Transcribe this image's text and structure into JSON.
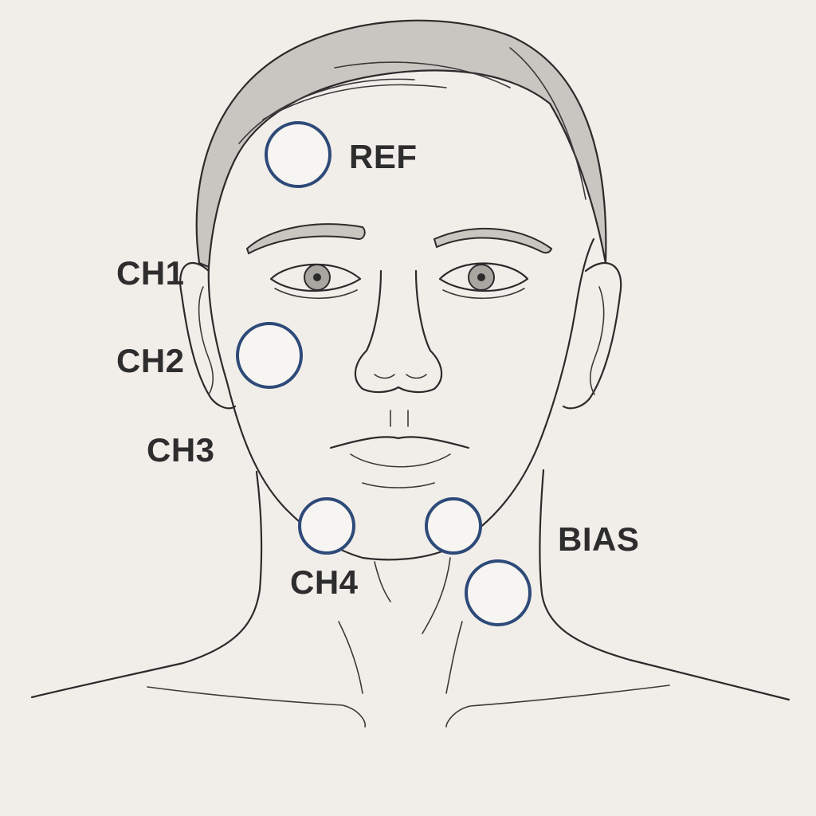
{
  "electrodes": [
    {
      "id": "ref",
      "label": "REF"
    },
    {
      "id": "ch1",
      "label": "CH1"
    },
    {
      "id": "ch2",
      "label": "CH2"
    },
    {
      "id": "ch3",
      "label": "CH3"
    },
    {
      "id": "ch4",
      "label": "CH4"
    },
    {
      "id": "bias",
      "label": "BIAS"
    }
  ],
  "colors": {
    "background": "#f1eeea",
    "electrode_ring": "#2d4a78",
    "electrode_fill": "#f7f5f2",
    "hair": "#c9c6c1",
    "skin": "#f1eeea",
    "outline": "#2b2b2b",
    "label_text": "#2d2d2d"
  },
  "icons": [
    "face-outline",
    "electrode-pad"
  ]
}
